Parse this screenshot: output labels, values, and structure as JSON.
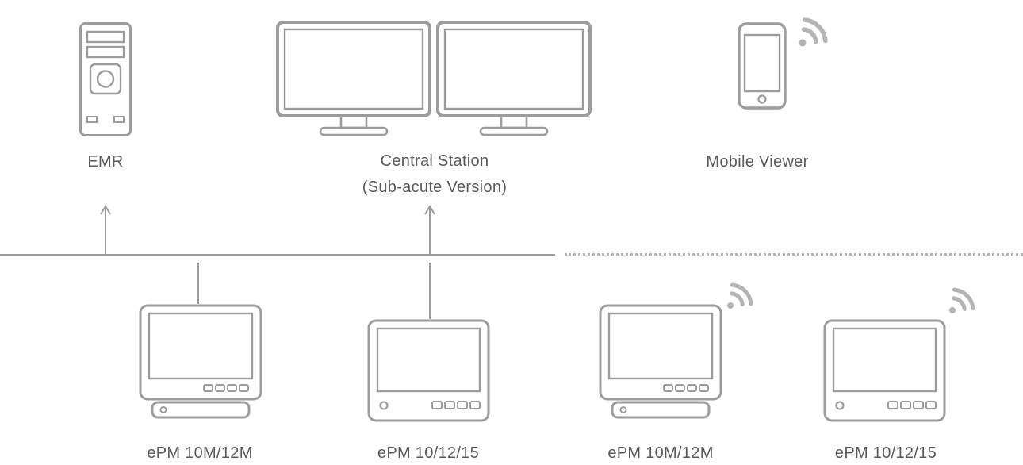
{
  "top_nodes": {
    "emr": {
      "label": "EMR",
      "icon": "computer-tower-icon"
    },
    "central_station": {
      "label": "Central Station",
      "sublabel": "(Sub-acute Version)",
      "icon": "dual-monitor-icon"
    },
    "mobile_viewer": {
      "label": "Mobile Viewer",
      "icon": "smartphone-icon",
      "wireless": true
    }
  },
  "bottom_nodes": [
    {
      "label": "ePM 10M/12M",
      "icon": "patient-monitor-icon",
      "wireless": false
    },
    {
      "label": "ePM 10/12/15",
      "icon": "patient-monitor-icon",
      "wireless": false
    },
    {
      "label": "ePM 10M/12M",
      "icon": "patient-monitor-icon",
      "wireless": true
    },
    {
      "label": "ePM 10/12/15",
      "icon": "patient-monitor-icon",
      "wireless": true
    }
  ],
  "connections": {
    "bus": "network-bus",
    "uplinks": [
      "emr",
      "central_station"
    ],
    "wired_drops": [
      "epm-1",
      "epm-2"
    ]
  },
  "colors": {
    "line": "#9b9b9b",
    "icon": "#9c9c9c",
    "wifi": "#b4b4b4",
    "text": "#5a5a5c"
  }
}
